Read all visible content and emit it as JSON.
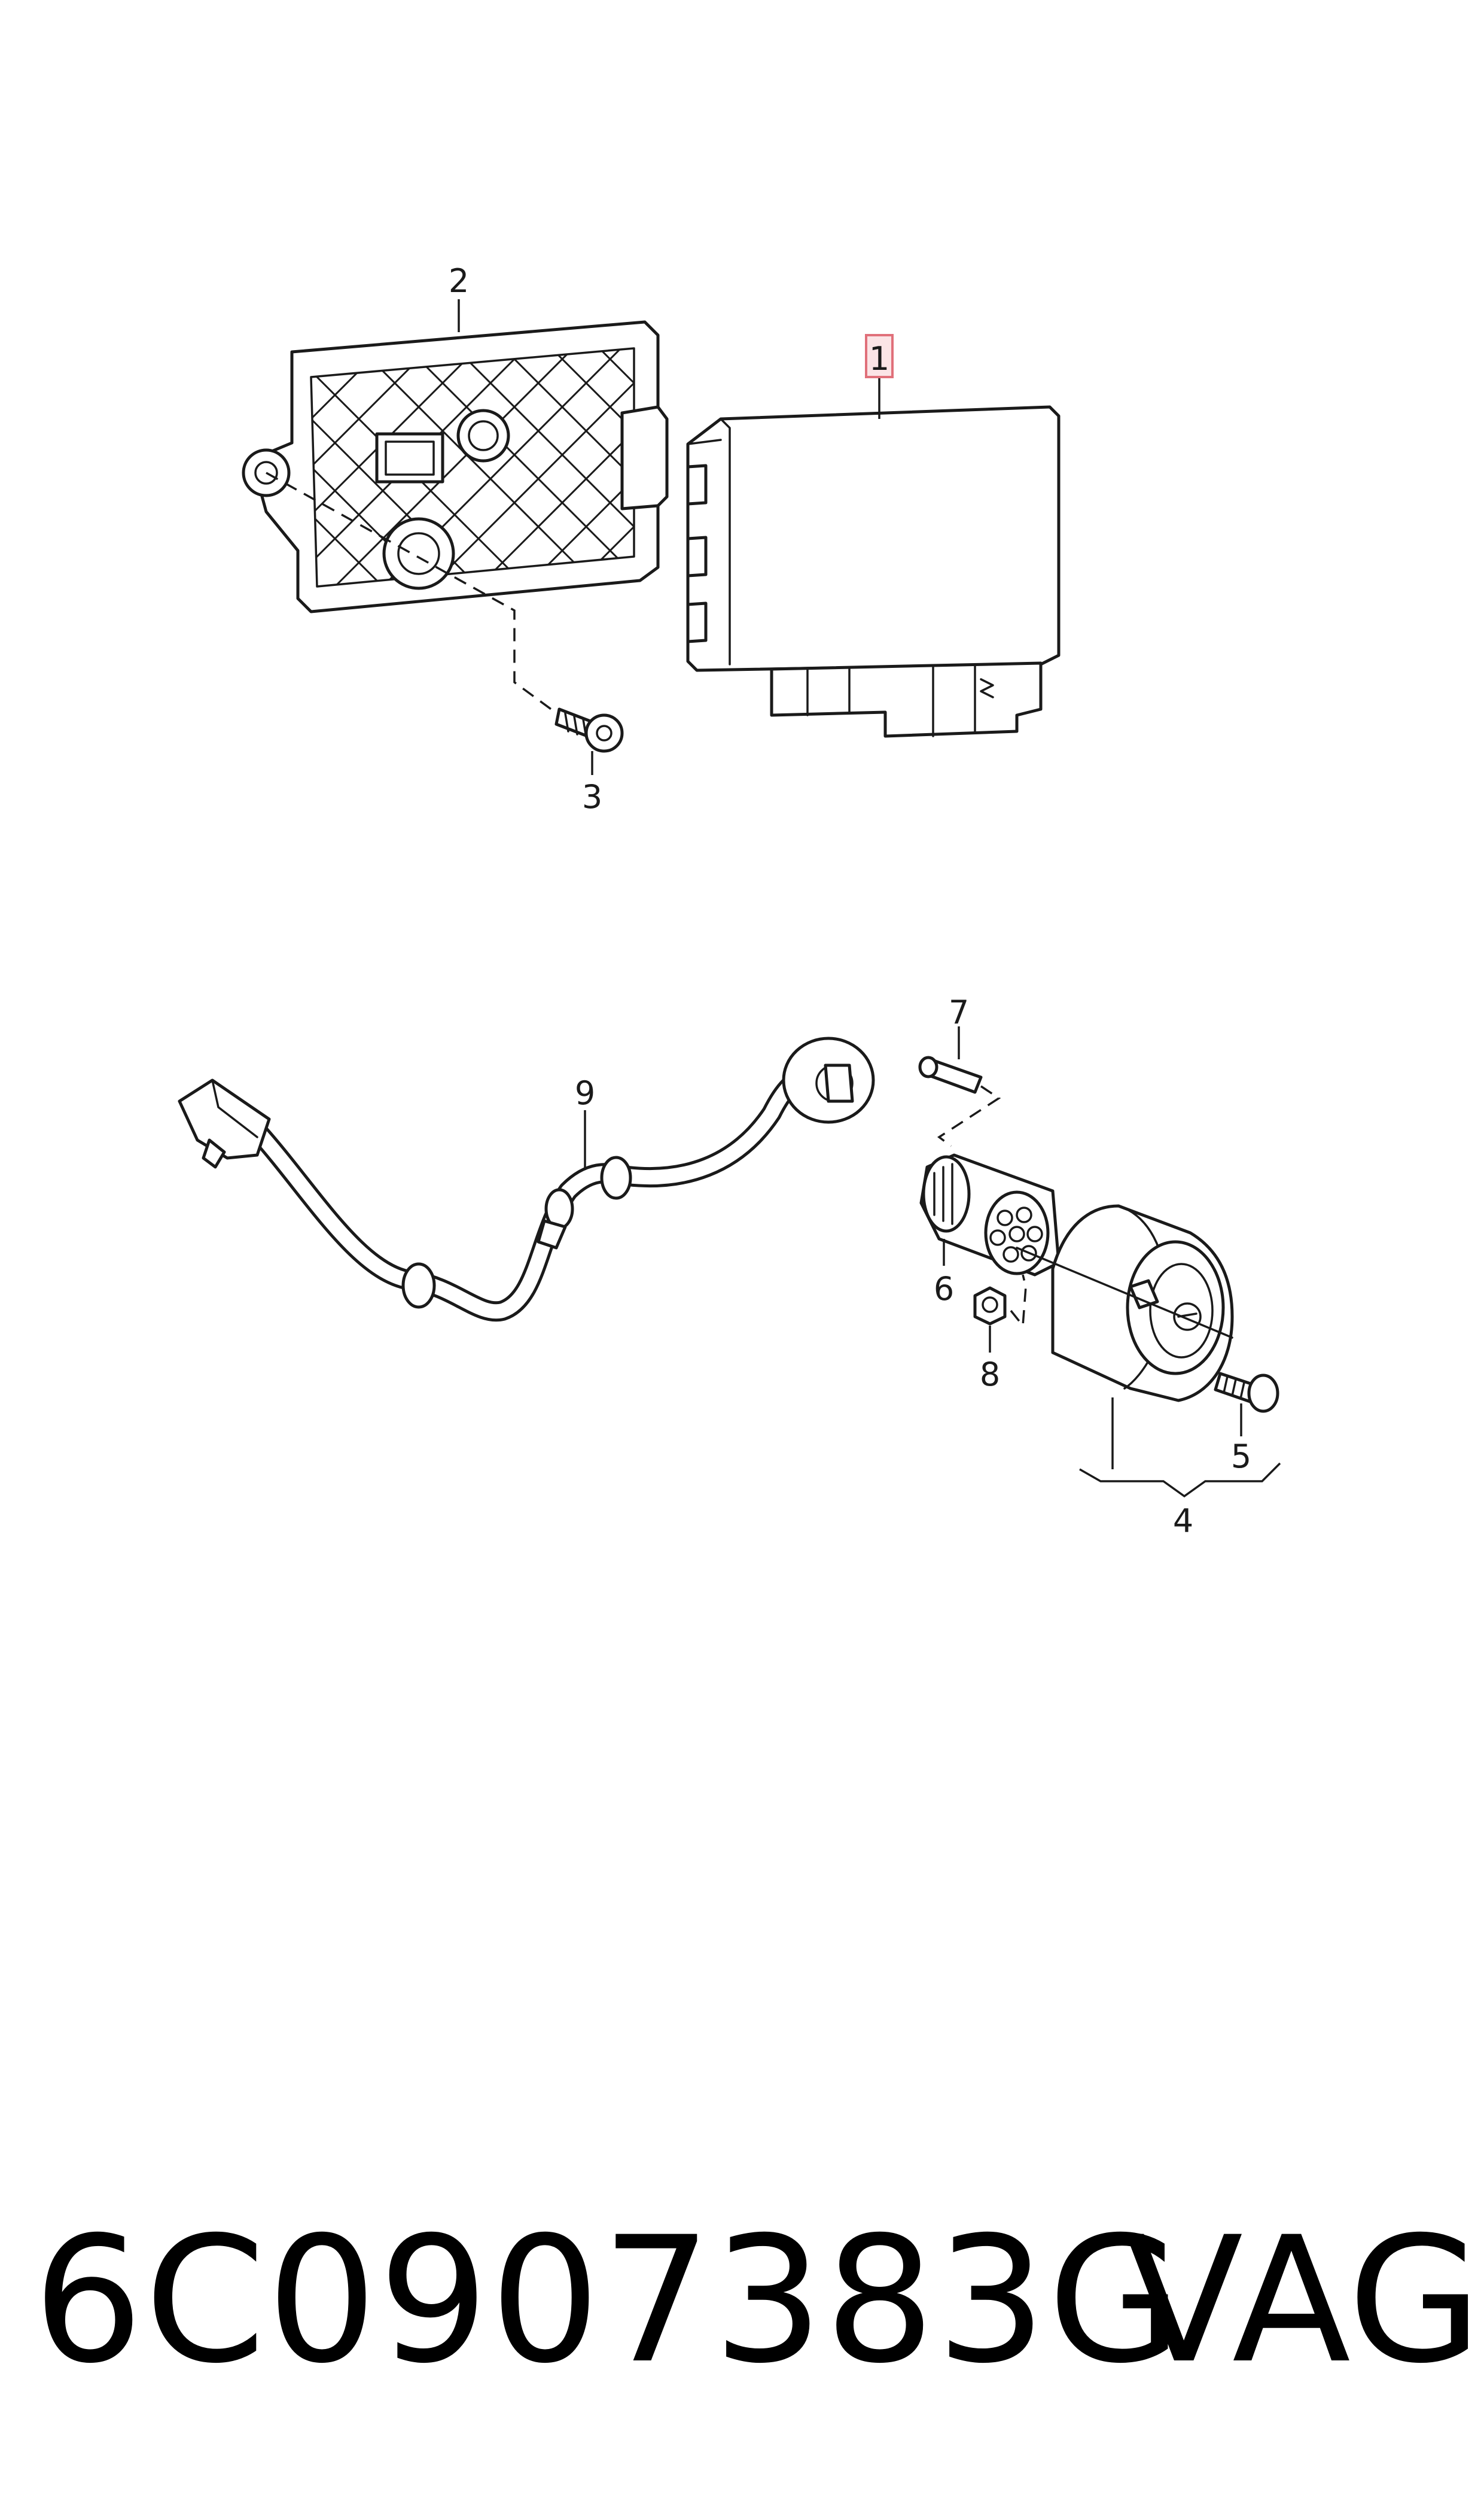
{
  "callouts": {
    "c1": "1",
    "c2": "2",
    "c3": "3",
    "c4": "4",
    "c5": "5",
    "c6": "6",
    "c7": "7",
    "c8": "8",
    "c9": "9"
  },
  "highlight_color": "#e0707a",
  "footer": {
    "part_number": "6C0907383G",
    "brand": "VAG"
  }
}
